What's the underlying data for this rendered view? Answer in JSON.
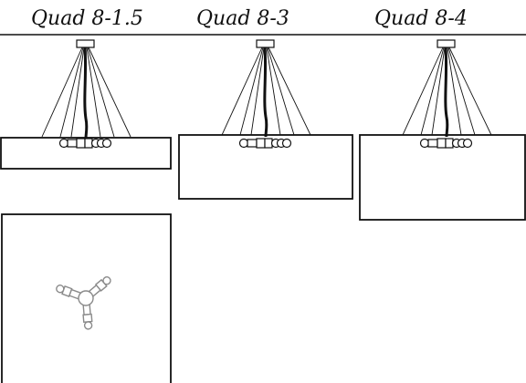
{
  "labels": {
    "model_1": "Quad 8-1.5",
    "model_2": "Quad 8-3",
    "model_3": "Quad 8-4"
  },
  "colors": {
    "line": "#111111",
    "topview_fixture": "#8a8a8a",
    "background": "#ffffff"
  }
}
